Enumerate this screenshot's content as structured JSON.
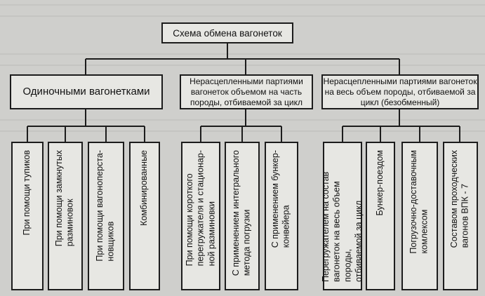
{
  "root": {
    "label": "Схема обмена вагонеток"
  },
  "groups": [
    {
      "label": "Одиночными вагонетками",
      "children": [
        "При помощи тупиков",
        "При помощи замкнутых\nразминовок",
        "При помощи вагоноперста-\nновщиков",
        "Комбинированные"
      ]
    },
    {
      "label": "Нерасцепленными партиями вагонеток объемом на часть породы, отбиваемой за цикл",
      "children": [
        "При помощи короткого\nперегружателя и стационар-\nной разминовки",
        "С применением интегрального\nметода погрузки",
        "С применением бункер-\nконвейера"
      ]
    },
    {
      "label": "Нерасцепленными партиями вагонеток на весь объем породы, отбиваемой за цикл (безобменный)",
      "children": [
        "Перегружателем на состав\nвагонеток на весь объем породы,\nотбиваемой за цикл",
        "Бункер-поездом",
        "Погрузочно-доставочным\nкомлексом",
        "Составом проходческих\nвагонов ВПК - 7"
      ]
    }
  ],
  "colors": {
    "paper": "#cfcfcc",
    "box": "#e7e7e3",
    "line": "#1c1c1c"
  }
}
